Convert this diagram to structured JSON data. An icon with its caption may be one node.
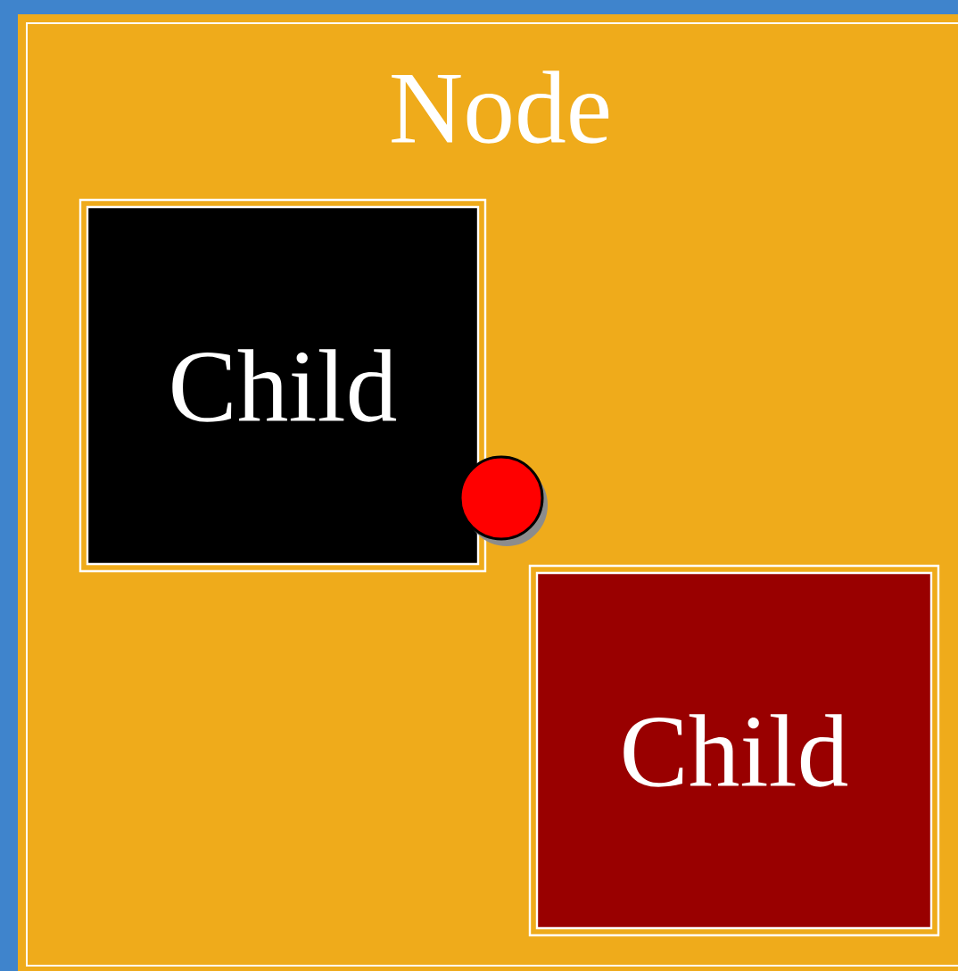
{
  "diagram": {
    "nodes": [
      {
        "text": [
          "Node"
        ]
      },
      {
        "text": [
          "Child"
        ],
        "in": 0
      },
      {
        "text": [],
        "shape": "circle",
        "in": 0
      },
      {
        "text": [
          "Child"
        ],
        "in": 0
      }
    ]
  }
}
